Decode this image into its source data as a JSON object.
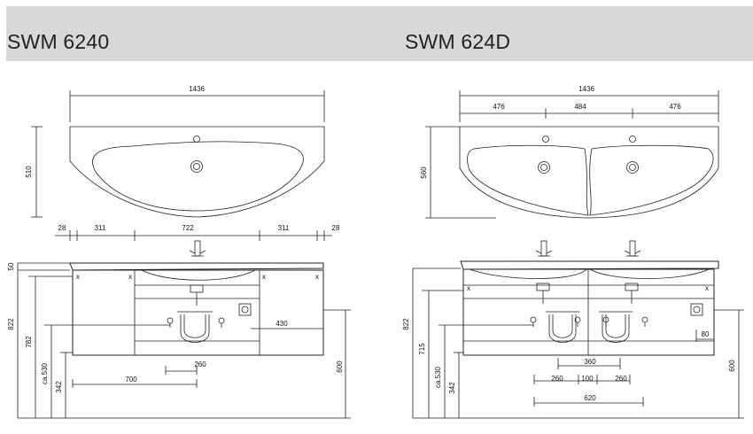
{
  "titles": {
    "left": "SWM 6240",
    "right": "SWM 624D"
  },
  "left": {
    "top_width": "1436",
    "top_depth": "510",
    "offset_outer": "28",
    "offset_side": "311",
    "center_width": "722",
    "total_height": "822",
    "top_thickness": "50",
    "cabinet_height": "782",
    "outlet_height": "ca.530",
    "drain_height": "342",
    "side_distance": "430",
    "siphon_width": "260",
    "drain_offset": "700",
    "cabinet_floor": "600"
  },
  "right": {
    "top_width": "1436",
    "seg_left": "476",
    "seg_mid": "484",
    "seg_right": "476",
    "top_depth": "560",
    "total_height": "822",
    "cabinet_height": "715",
    "outlet_height": "ca.530",
    "drain_height": "342",
    "side_distance": "80",
    "siphon_span": "360",
    "siphon_left": "260",
    "siphon_gap": "100",
    "siphon_right": "260",
    "drain_span": "620",
    "cabinet_floor": "600"
  },
  "icons": [
    "faucet-icon",
    "siphon-icon",
    "power-socket-icon"
  ]
}
